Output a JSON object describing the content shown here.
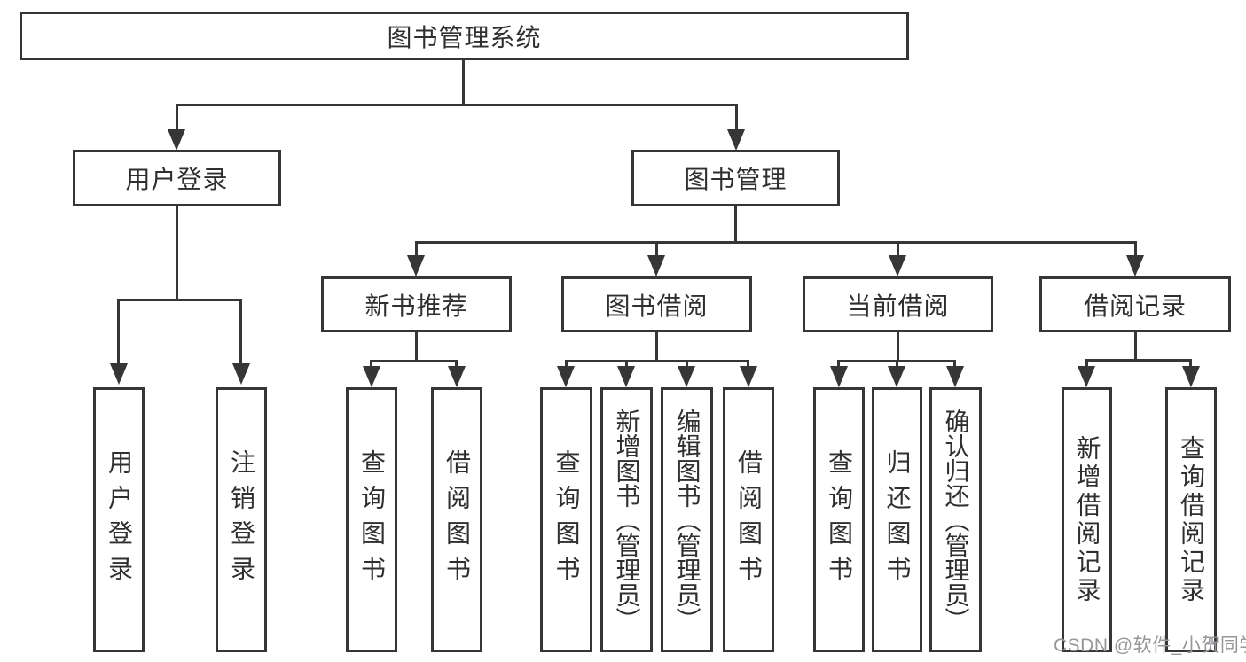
{
  "diagram_title": "图书管理系统",
  "tree": {
    "label": "图书管理系统",
    "children": [
      {
        "label": "用户登录",
        "children": [
          {
            "label": "用户登录"
          },
          {
            "label": "注销登录"
          }
        ]
      },
      {
        "label": "图书管理",
        "children": [
          {
            "label": "新书推荐",
            "children": [
              {
                "label": "查询图书"
              },
              {
                "label": "借阅图书"
              }
            ]
          },
          {
            "label": "图书借阅",
            "children": [
              {
                "label": "查询图书"
              },
              {
                "label": "新增图书（管理员）"
              },
              {
                "label": "编辑图书（管理员）"
              },
              {
                "label": "借阅图书"
              }
            ]
          },
          {
            "label": "当前借阅",
            "children": [
              {
                "label": "查询图书"
              },
              {
                "label": "归还图书"
              },
              {
                "label": "确认归还（管理员）"
              }
            ]
          },
          {
            "label": "借阅记录",
            "children": [
              {
                "label": "新增借阅记录"
              },
              {
                "label": "查询借阅记录"
              }
            ]
          }
        ]
      }
    ]
  },
  "watermark": "CSDN @软件_小贺同学",
  "colors": {
    "line": "#363636",
    "text": "#2f2f2f",
    "watermark": "#97979b",
    "background": "#ffffff"
  }
}
